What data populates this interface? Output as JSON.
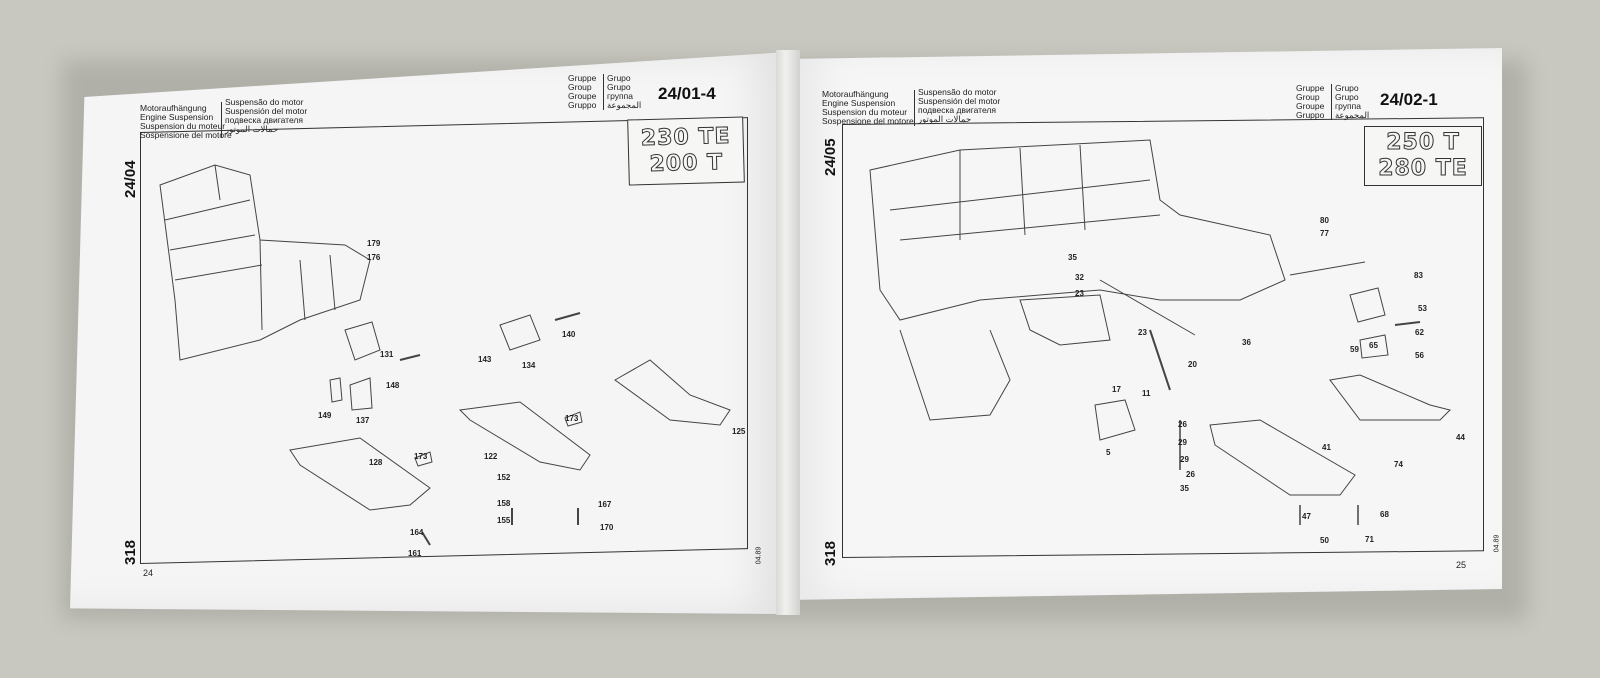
{
  "left_page": {
    "header_de_col": [
      "Motoraufhängung",
      "Engine Suspension",
      "Suspension du moteur",
      "Sospensione del motore"
    ],
    "header_pt_col": [
      "Suspensão do motor",
      "Suspensión del motor",
      "подвеска двигателя",
      "حمالات الموتور"
    ],
    "group_labels_a": [
      "Gruppe",
      "Group",
      "Groupe",
      "Gruppo"
    ],
    "group_labels_b": [
      "Grupo",
      "Grupo",
      "группа",
      "المجموعة"
    ],
    "group_number": "24/01-4",
    "side_section": "24/04",
    "side_page": "318",
    "footer_page": "24",
    "footer_date": "04.89",
    "models": [
      "230 TE",
      "200 T"
    ],
    "callouts": [
      "179",
      "176",
      "131",
      "148",
      "149",
      "137",
      "140",
      "143",
      "134",
      "128",
      "173",
      "173",
      "122",
      "152",
      "158",
      "155",
      "164",
      "161",
      "167",
      "170",
      "125"
    ]
  },
  "right_page": {
    "header_de_col": [
      "Motoraufhängung",
      "Engine Suspension",
      "Suspension du moteur",
      "Sospensione del motore"
    ],
    "header_pt_col": [
      "Suspensão do motor",
      "Suspensión del motor",
      "подвеска двигателя",
      "حمالات الموتور"
    ],
    "group_labels_a": [
      "Gruppe",
      "Group",
      "Groupe",
      "Gruppo"
    ],
    "group_labels_b": [
      "Grupo",
      "Grupo",
      "группа",
      "المجموعة"
    ],
    "group_number": "24/02-1",
    "side_section": "24/05",
    "side_page": "318",
    "footer_page": "25",
    "footer_date": "04.89",
    "models": [
      "250 T",
      "280 TE"
    ],
    "callouts": [
      "80",
      "77",
      "35",
      "32",
      "23",
      "23",
      "36",
      "83",
      "53",
      "59",
      "65",
      "62",
      "56",
      "20",
      "17",
      "11",
      "26",
      "29",
      "29",
      "26",
      "35",
      "5",
      "41",
      "74",
      "44",
      "47",
      "50",
      "71",
      "68"
    ]
  }
}
